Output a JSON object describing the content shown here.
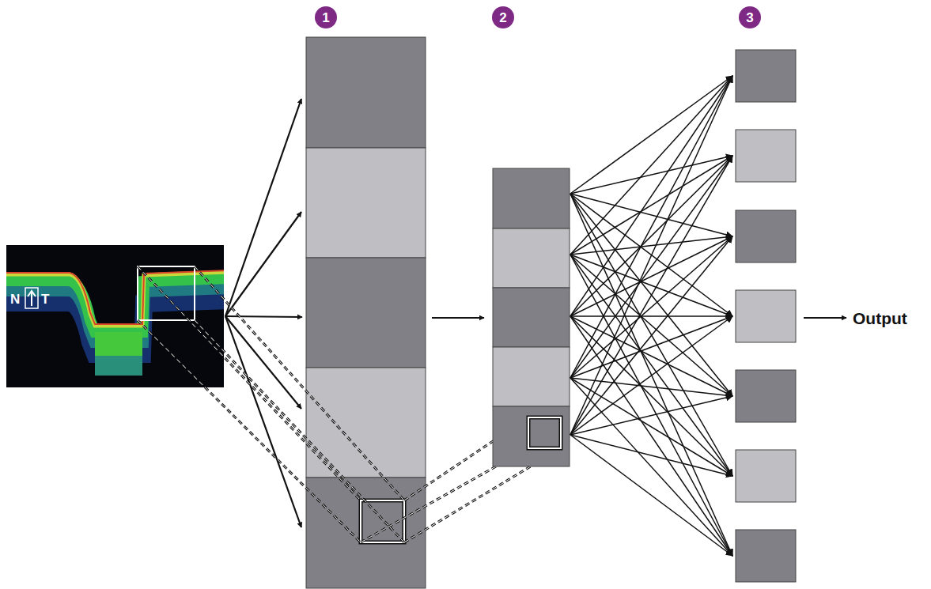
{
  "diagram": {
    "nodes": [
      {
        "text": [
          "1"
        ]
      },
      {
        "text": [
          "2"
        ]
      },
      {
        "text": [
          "3"
        ]
      }
    ],
    "labels": [
      "N",
      "T",
      "Output"
    ]
  }
}
